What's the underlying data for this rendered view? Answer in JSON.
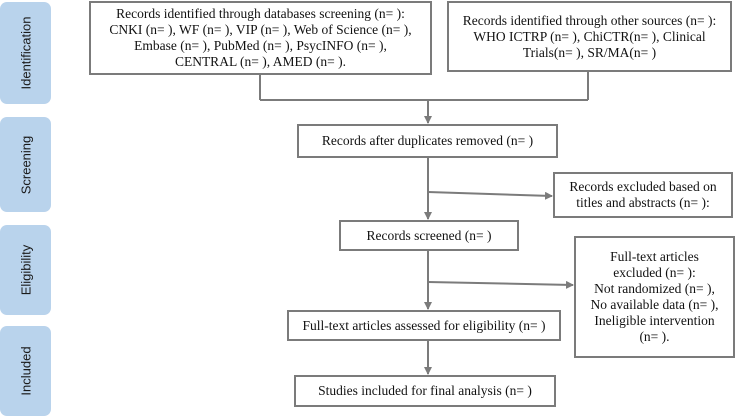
{
  "stages": [
    {
      "key": "identification",
      "label": "Identification"
    },
    {
      "key": "screening",
      "label": "Screening"
    },
    {
      "key": "eligibility",
      "label": "Eligibility"
    },
    {
      "key": "included",
      "label": "Included"
    }
  ],
  "boxes": {
    "databases": {
      "lines": [
        "Records identified through databases screening (n= ):",
        "CNKI (n= ), WF (n= ), VIP (n= ), Web of Science (n= ),",
        "Embase (n= ), PubMed (n= ), PsycINFO (n= ),",
        "CENTRAL (n= ), AMED (n= )."
      ]
    },
    "other_sources": {
      "lines": [
        "Records identified through other sources (n= ):",
        "WHO ICTRP (n= ), ChiCTR(n= ), Clinical",
        "Trials(n= ),  SR/MA(n= )"
      ]
    },
    "after_duplicates": {
      "lines": [
        "Records after duplicates removed (n= )"
      ]
    },
    "excluded_titles": {
      "lines": [
        "Records excluded based on",
        "titles and abstracts  (n= ):"
      ]
    },
    "screened": {
      "lines": [
        "Records screened (n= )"
      ]
    },
    "excluded_fulltext": {
      "lines": [
        "Full-text articles",
        "excluded (n= ):",
        "Not randomized (n= ),",
        "No available data (n= ),",
        "Ineligible intervention",
        "(n= )."
      ]
    },
    "assessed": {
      "lines": [
        "Full-text articles assessed for eligibility (n= )"
      ]
    },
    "included_final": {
      "lines": [
        "Studies included for final analysis (n= )"
      ]
    }
  },
  "colors": {
    "stage_tab": "#b9d3ec",
    "box_border": "#7b7b7b",
    "connector": "#7b7b7b"
  }
}
